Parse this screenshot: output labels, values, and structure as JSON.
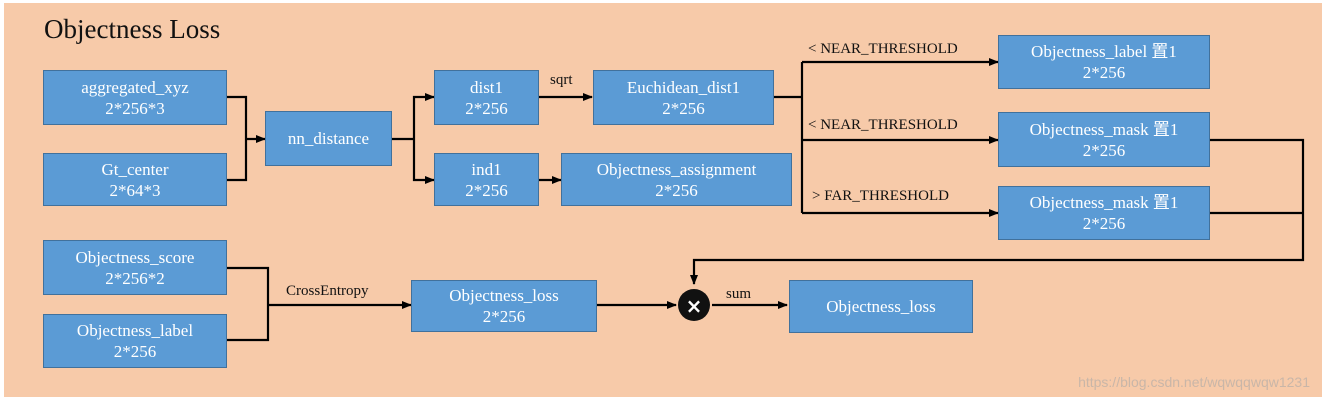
{
  "title": "Objectness Loss",
  "nodes": {
    "aggregated_xyz": {
      "name": "aggregated_xyz",
      "shape": "2*256*3"
    },
    "gt_center": {
      "name": "Gt_center",
      "shape": "2*64*3"
    },
    "nn_distance": {
      "name": "nn_distance"
    },
    "dist1": {
      "name": "dist1",
      "shape": "2*256"
    },
    "ind1": {
      "name": "ind1",
      "shape": "2*256"
    },
    "euclidean_dist1": {
      "name": "Euchidean_dist1",
      "shape": "2*256"
    },
    "objectness_assignment": {
      "name": "Objectness_assignment",
      "shape": "2*256"
    },
    "objectness_label_out": {
      "name": "Objectness_label 置1",
      "shape": "2*256"
    },
    "objectness_mask_near": {
      "name": "Objectness_mask 置1",
      "shape": "2*256"
    },
    "objectness_mask_far": {
      "name": "Objectness_mask 置1",
      "shape": "2*256"
    },
    "objectness_score": {
      "name": "Objectness_score",
      "shape": "2*256*2"
    },
    "objectness_label_in": {
      "name": "Objectness_label",
      "shape": "2*256"
    },
    "objectness_loss_mid": {
      "name": "Objectness_loss",
      "shape": "2*256"
    },
    "objectness_loss_final": {
      "name": "Objectness_loss"
    }
  },
  "edge_labels": {
    "sqrt": "sqrt",
    "near_threshold_label": "< NEAR_THRESHOLD",
    "near_threshold_mask": "< NEAR_THRESHOLD",
    "far_threshold": "> FAR_THRESHOLD",
    "cross_entropy": "CrossEntropy",
    "sum": "sum"
  },
  "multiply_symbol": "×",
  "watermark": "https://blog.csdn.net/wqwqqwqw1231",
  "colors": {
    "background": "#f7caa9",
    "box_fill": "#5b9bd5",
    "box_border": "#41719c",
    "box_text": "#ffffff",
    "line": "#000000"
  }
}
